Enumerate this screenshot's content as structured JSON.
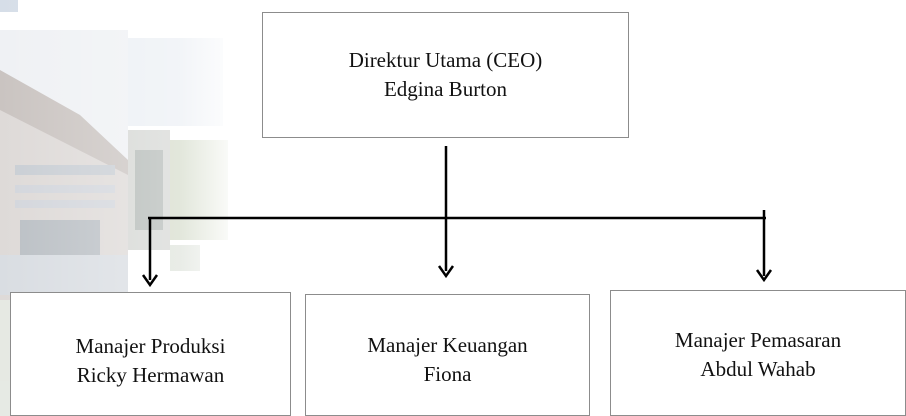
{
  "diagram": {
    "root": {
      "title": "Direktur Utama (CEO)",
      "person": "Edgina Burton"
    },
    "children": [
      {
        "title": "Manajer Produksi",
        "person": "Ricky Hermawan"
      },
      {
        "title": "Manajer Keuangan",
        "person": "Fiona"
      },
      {
        "title": "Manajer Pemasaran",
        "person": "Abdul Wahab"
      }
    ],
    "colors": {
      "line": "#000000",
      "box_border": "#8c8c8c",
      "text": "#111111"
    }
  }
}
